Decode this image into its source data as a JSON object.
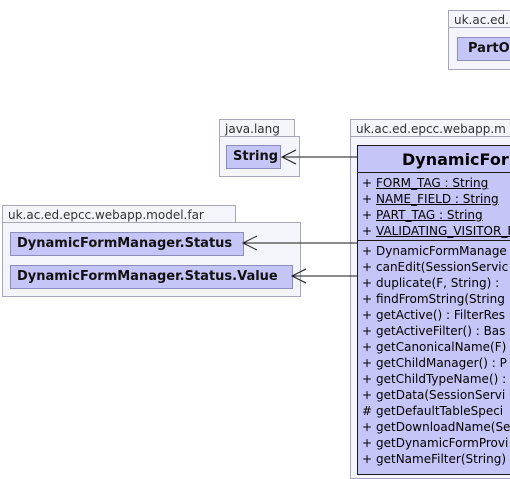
{
  "packages": {
    "top_right": {
      "name": "uk.ac.ed.",
      "class": "PartO"
    },
    "java_lang": {
      "name": "java.lang",
      "class": "String"
    },
    "model_far": {
      "name": "uk.ac.ed.epcc.webapp.model.far",
      "classes": [
        "DynamicFormManager.Status",
        "DynamicFormManager.Status.Value"
      ]
    },
    "main": {
      "name": "uk.ac.ed.epcc.webapp.m"
    }
  },
  "main_class": {
    "name": "DynamicForm",
    "attributes": [
      {
        "vis": "+",
        "text": "FORM_TAG : String"
      },
      {
        "vis": "+",
        "text": "NAME_FIELD : String"
      },
      {
        "vis": "+",
        "text": "PART_TAG : String"
      },
      {
        "vis": "+",
        "text": "VALIDATING_VISITOR_F"
      }
    ],
    "operations": [
      {
        "vis": "+",
        "text": "DynamicFormManage"
      },
      {
        "vis": "+",
        "text": "canEdit(SessionServic"
      },
      {
        "vis": "+",
        "text": "duplicate(F, String) : "
      },
      {
        "vis": "+",
        "text": "findFromString(String"
      },
      {
        "vis": "+",
        "text": "getActive() : FilterRes"
      },
      {
        "vis": "+",
        "text": "getActiveFilter() : Bas"
      },
      {
        "vis": "+",
        "text": "getCanonicalName(F)"
      },
      {
        "vis": "+",
        "text": "getChildManager() : P"
      },
      {
        "vis": "+",
        "text": "getChildTypeName() :"
      },
      {
        "vis": "+",
        "text": "getData(SessionServi"
      },
      {
        "vis": "#",
        "text": "getDefaultTableSpeci"
      },
      {
        "vis": "+",
        "text": "getDownloadName(Se"
      },
      {
        "vis": "+",
        "text": "getDynamicFormProvi"
      },
      {
        "vis": "+",
        "text": "getNameFilter(String)"
      }
    ]
  },
  "colors": {
    "class_fill": "#c5c5f7",
    "package_fill": "#f4f4fb",
    "border": "#1a1a1a"
  }
}
